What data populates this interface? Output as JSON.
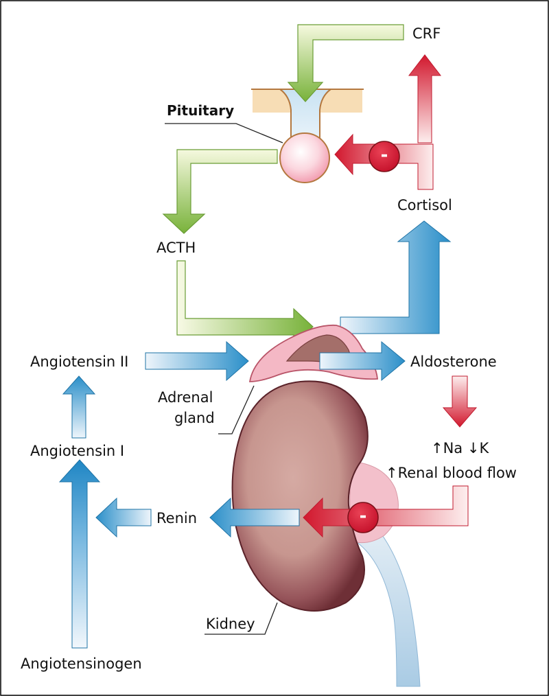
{
  "labels": {
    "crf": "CRF",
    "pituitary": "Pituitary",
    "acth": "ACTH",
    "cortisol": "Cortisol",
    "angiotensin_ii": "Angiotensin II",
    "angiotensin_i": "Angiotensin I",
    "angiotensinogen": "Angiotensinogen",
    "adrenal_line1": "Adrenal",
    "adrenal_line2": "gland",
    "aldosterone": "Aldosterone",
    "na_k": "↑Na ↓K",
    "renal_flow": "↑Renal blood flow",
    "renin": "Renin",
    "kidney": "Kidney"
  },
  "inhibition_symbols": {
    "cortisol_feedback": "-",
    "renal_feedback": "-"
  },
  "colors": {
    "stimulation_green": "#7ab43c",
    "pale_green": "#f4f7dc",
    "inhibition_red": "#d2182e",
    "secretion_blue": "#2b8fc9",
    "pale_blue": "#e2eff8",
    "kidney": "#7e3b3f",
    "adrenal": "#f2b5c3",
    "tissue_band": "#f7ddb5"
  }
}
